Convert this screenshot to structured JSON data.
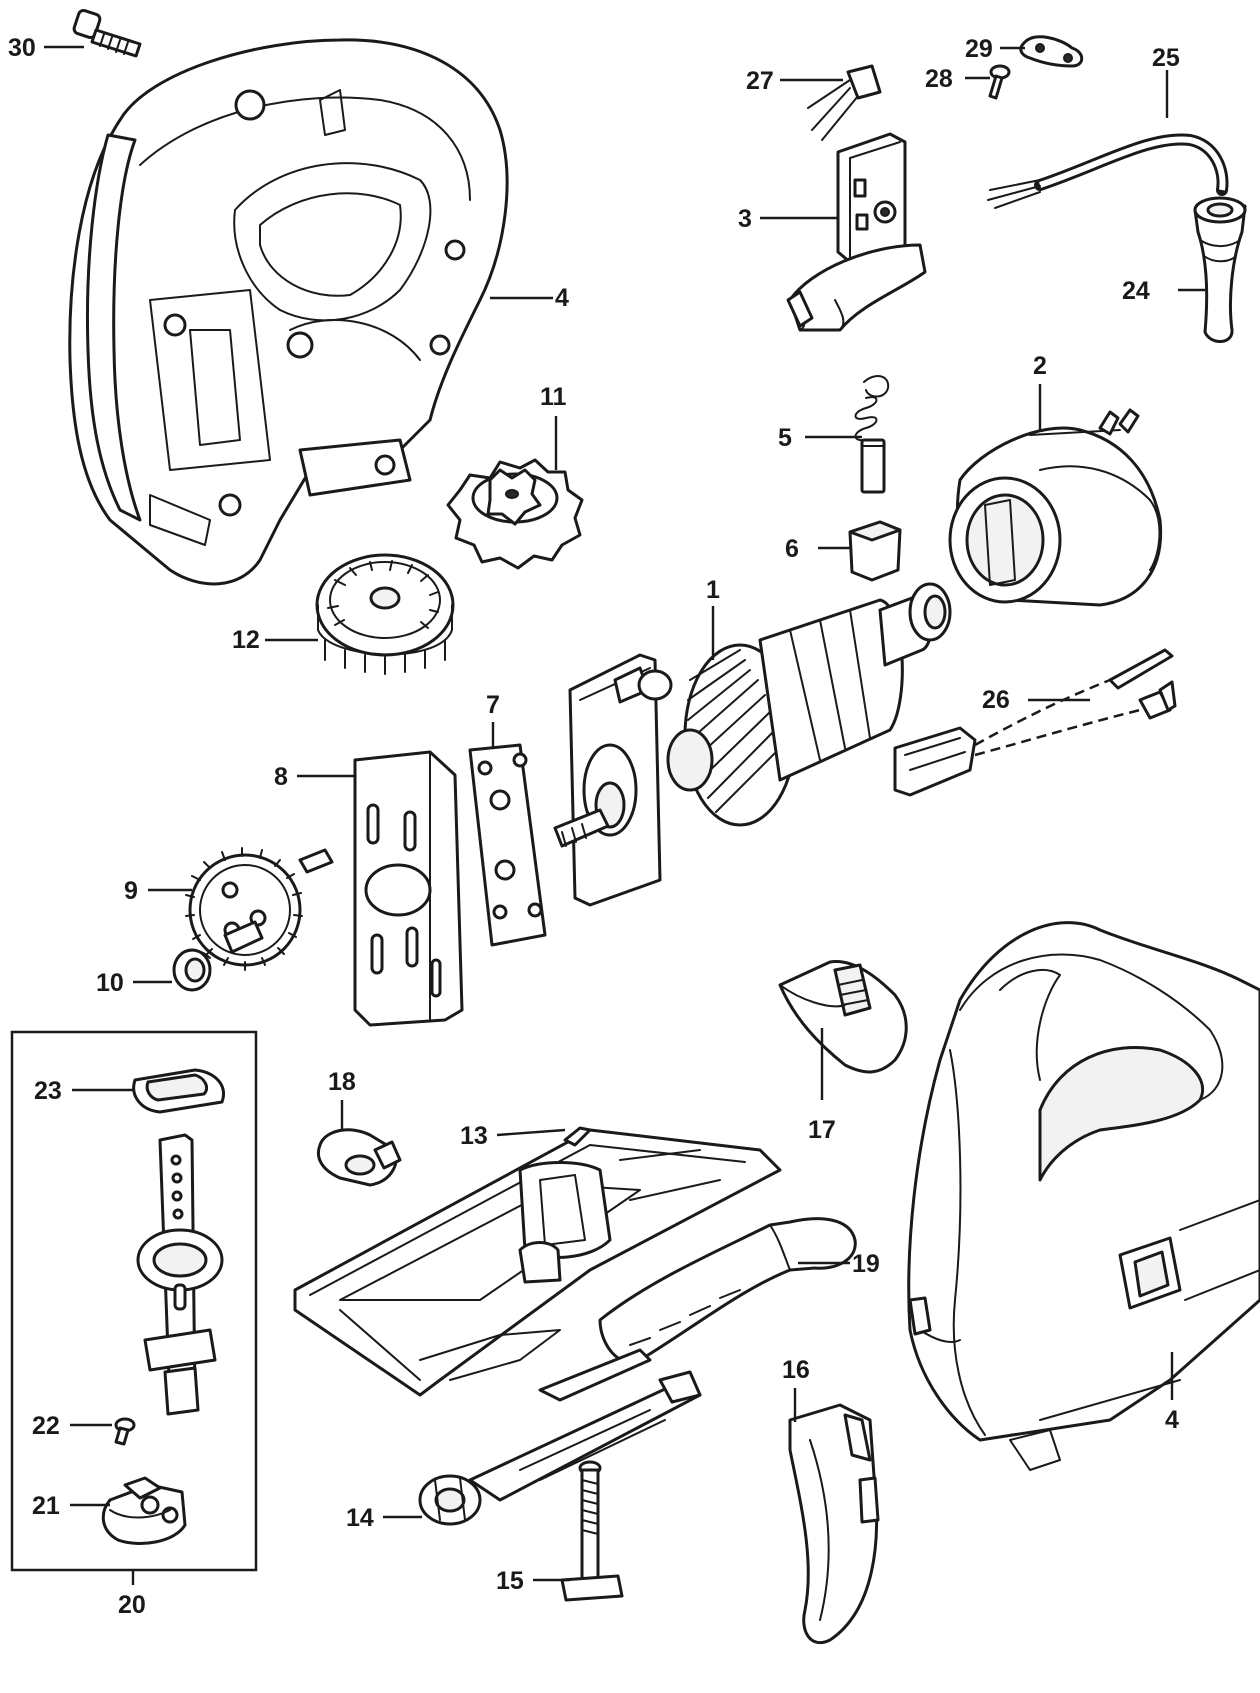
{
  "diagram": {
    "callouts": [
      {
        "id": "c30",
        "label": "30"
      },
      {
        "id": "c4a",
        "label": "4"
      },
      {
        "id": "c11",
        "label": "11"
      },
      {
        "id": "c12",
        "label": "12"
      },
      {
        "id": "c27",
        "label": "27"
      },
      {
        "id": "c29",
        "label": "29"
      },
      {
        "id": "c28",
        "label": "28"
      },
      {
        "id": "c25",
        "label": "25"
      },
      {
        "id": "c3",
        "label": "3"
      },
      {
        "id": "c24",
        "label": "24"
      },
      {
        "id": "c5",
        "label": "5"
      },
      {
        "id": "c2",
        "label": "2"
      },
      {
        "id": "c6",
        "label": "6"
      },
      {
        "id": "c1",
        "label": "1"
      },
      {
        "id": "c26",
        "label": "26"
      },
      {
        "id": "c7",
        "label": "7"
      },
      {
        "id": "c8",
        "label": "8"
      },
      {
        "id": "c9",
        "label": "9"
      },
      {
        "id": "c10",
        "label": "10"
      },
      {
        "id": "c23",
        "label": "23"
      },
      {
        "id": "c18",
        "label": "18"
      },
      {
        "id": "c13",
        "label": "13"
      },
      {
        "id": "c17",
        "label": "17"
      },
      {
        "id": "c19",
        "label": "19"
      },
      {
        "id": "c16",
        "label": "16"
      },
      {
        "id": "c22",
        "label": "22"
      },
      {
        "id": "c21",
        "label": "21"
      },
      {
        "id": "c14",
        "label": "14"
      },
      {
        "id": "c15",
        "label": "15"
      },
      {
        "id": "c4b",
        "label": "4"
      },
      {
        "id": "c20",
        "label": "20"
      }
    ]
  }
}
